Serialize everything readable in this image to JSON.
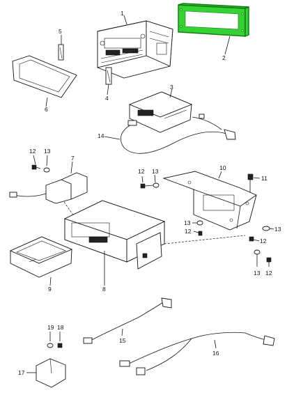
{
  "callouts": {
    "p1": "1",
    "p2": "2",
    "p3": "3",
    "p4": "4",
    "p5": "5",
    "p6": "6",
    "p7": "7",
    "p8": "8",
    "p9": "9",
    "p10": "10",
    "p11": "11",
    "p12a": "12",
    "p12b": "12",
    "p12c": "12",
    "p12d": "12",
    "p13a": "13",
    "p13b": "13",
    "p13c": "13",
    "p13d": "13",
    "p13e": "13",
    "p14": "14",
    "p15": "15",
    "p16": "16",
    "p17": "17",
    "p18": "18",
    "p19": "19"
  },
  "highlight": {
    "part": "2",
    "color": "#35d135"
  }
}
